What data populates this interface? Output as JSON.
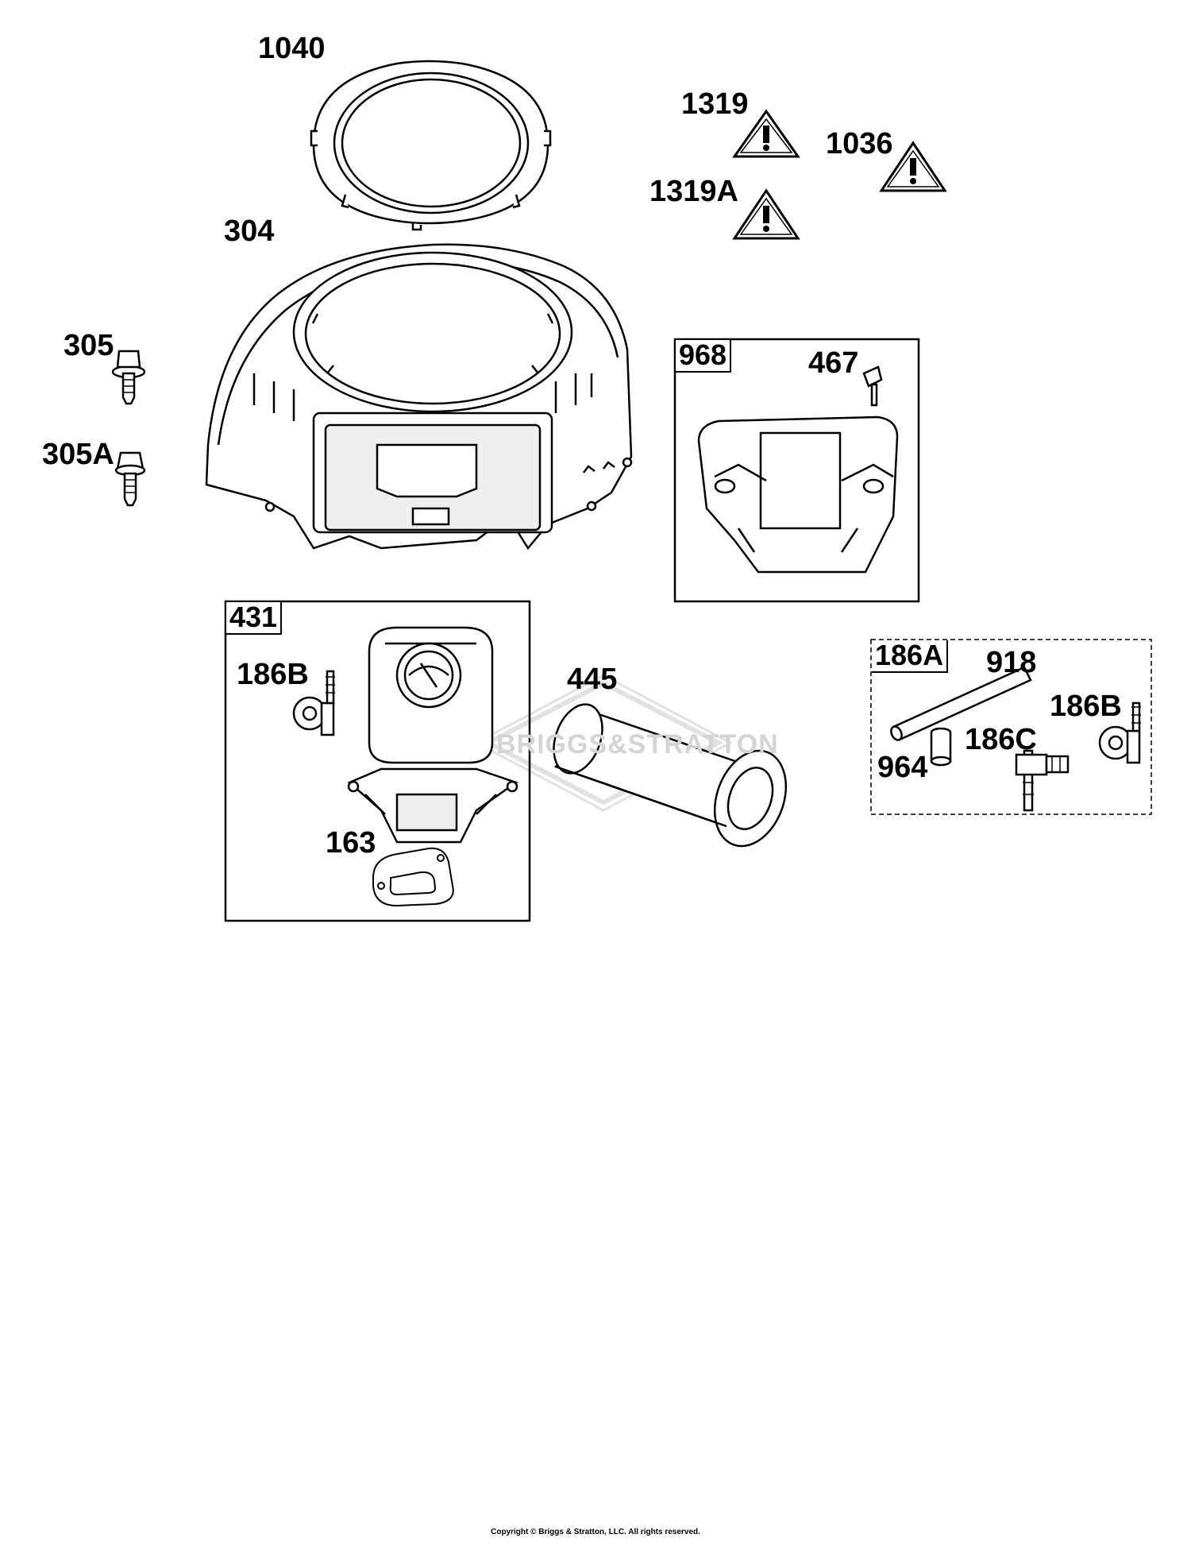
{
  "labels": {
    "p1040": "1040",
    "p1319": "1319",
    "p1036": "1036",
    "p1319a": "1319A",
    "p304": "304",
    "p305": "305",
    "p305a": "305A",
    "p968": "968",
    "p467": "467",
    "p431": "431",
    "p186b_left": "186B",
    "p163": "163",
    "p445": "445",
    "p186a": "186A",
    "p918": "918",
    "p186b_right": "186B",
    "p186c": "186C",
    "p964": "964"
  },
  "watermark": "BRIGGS&STRATTON",
  "footer": {
    "copyright": "Copyright © Briggs & Stratton, LLC. All rights reserved."
  },
  "colors": {
    "line": "#000000",
    "part_fill": "#ffffff",
    "shade": "#d9d9d9",
    "watermark": "#d4d4d4"
  }
}
